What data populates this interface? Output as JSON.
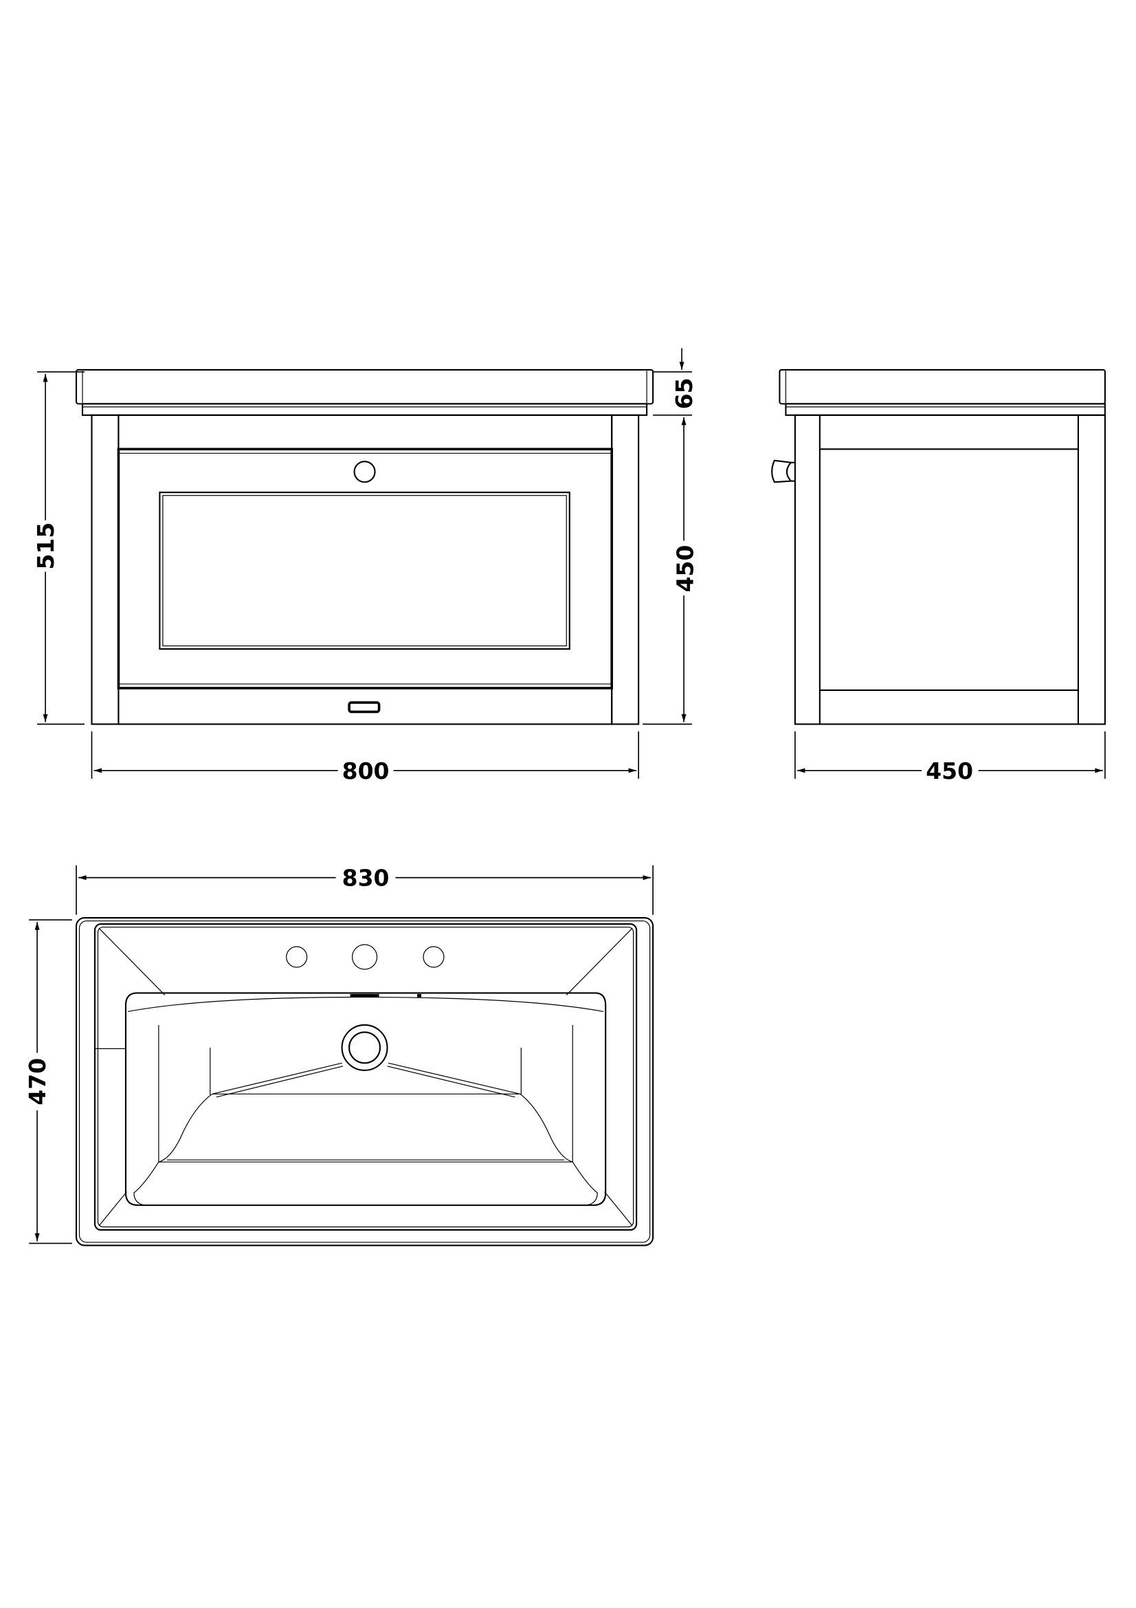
{
  "dimensions": {
    "front_height_total": "515",
    "basin_height": "65",
    "cabinet_height": "450",
    "front_width": "800",
    "side_depth": "450",
    "plan_width": "830",
    "plan_depth": "470"
  },
  "colors": {
    "line": "#000000",
    "background": "#ffffff"
  }
}
